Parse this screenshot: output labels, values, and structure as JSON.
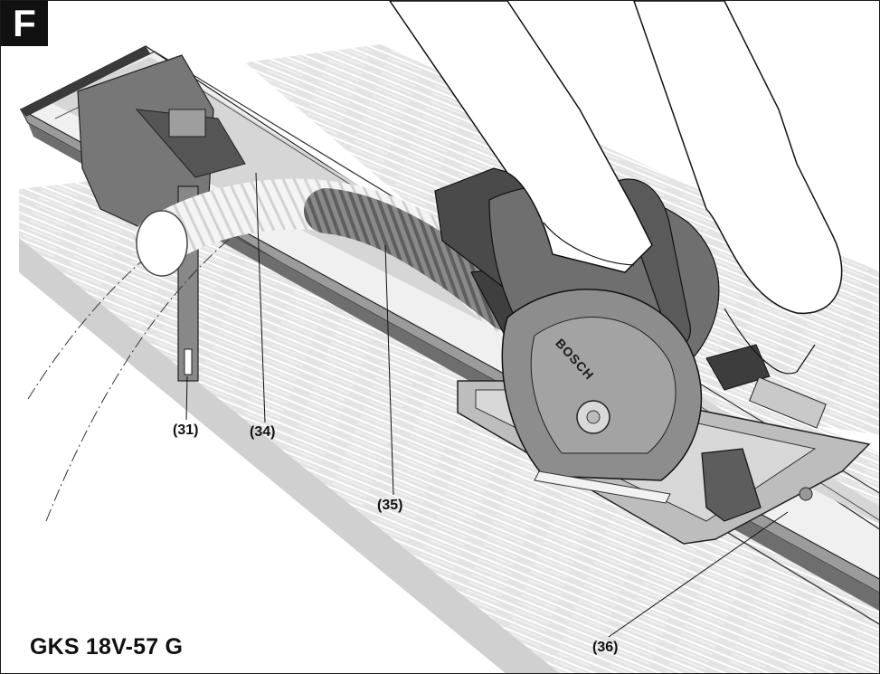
{
  "figure": {
    "letter": "F",
    "model": "GKS 18V-57 G"
  },
  "callouts": [
    {
      "id": "31",
      "label": "(31)"
    },
    {
      "id": "34",
      "label": "(34)"
    },
    {
      "id": "35",
      "label": "(35)"
    },
    {
      "id": "36",
      "label": "(36)"
    }
  ],
  "tool": {
    "brand": "BOSCH"
  },
  "colors": {
    "ink": "#111111",
    "tool_body": "#6f6f6f",
    "tool_dark": "#4a4a4a",
    "hose": "#9a9a9a",
    "rail": "#8c8c8c",
    "board": "#e2e2e2"
  }
}
